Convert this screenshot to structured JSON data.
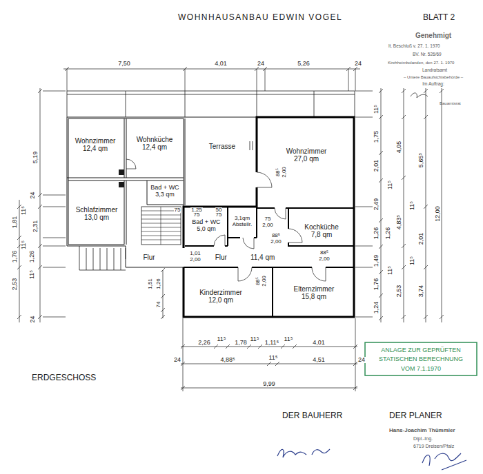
{
  "diagram": {
    "title": "WOHNHAUSANBAU EDWIN VOGEL",
    "nodes": [
      {
        "text": [
          "Wohnzimmer",
          "12,4 qm"
        ]
      },
      {
        "text": [
          "Wohnküche",
          "12,4 qm"
        ]
      },
      {
        "text": [
          "Terrasse"
        ]
      },
      {
        "text": [
          "Wohnzimmer",
          "27,0 qm"
        ]
      },
      {
        "text": [
          "Schlafzimmer",
          "13,0 qm"
        ]
      },
      {
        "text": [
          "Bad + WC",
          "3,3 qm"
        ]
      },
      {
        "text": [
          "Bad + WC",
          "5,0 qm"
        ]
      },
      {
        "text": [
          "3,1qm",
          "Abstellr."
        ]
      },
      {
        "text": [
          "Kochküche",
          "7,8 qm"
        ]
      },
      {
        "text": [
          "Flur"
        ]
      },
      {
        "text": [
          "Flur",
          "11,4 qm"
        ]
      },
      {
        "text": [
          "Kinderzimmer",
          "12,0 qm"
        ]
      },
      {
        "text": [
          "Elternzimmer",
          "15,8 qm"
        ]
      }
    ],
    "labels": [
      "BLATT 2",
      "Genehmigt",
      "lt. Beschluß v. 27. 1. 1970",
      "BV. Nr. 526/69",
      "Kirchheimbolanden, den 27. 1. 1970",
      "Landratsamt",
      "– Untere Bauaufsichtsbehörde –",
      "Im Auftrag:",
      "Bauamtsrat",
      "7,50",
      "4,01",
      "24",
      "5,26",
      "24",
      "5,19",
      "24",
      "1,81",
      "11⁵",
      "2,31",
      "1,76",
      "11⁵",
      "1,26",
      "11⁵",
      "2,53",
      "24",
      "11⁵",
      "1,75",
      "2,01",
      "2,49",
      "1,26",
      "1,49",
      "1,76",
      "1,24",
      "4,05",
      "11⁵",
      "1,26",
      "4,83⁵",
      "11⁵",
      "2,53",
      "5,65⁵",
      "11⁵",
      "2,01",
      "11⁵",
      "3,74",
      "12,00",
      "2,26",
      "11⁵",
      "1,78",
      "11⁵",
      "1,11⁵",
      "11⁵",
      "4,01",
      "24",
      "4,88⁵",
      "11⁵",
      "4,51",
      "24",
      "9,99",
      "75",
      "1,25",
      "75",
      "50",
      "75",
      "88⁵",
      "2,00",
      "75",
      "2,00",
      "88⁵",
      "2,00",
      "88⁵",
      "2,00",
      "88⁵",
      "2,00",
      "1,01",
      "2,00",
      "1,51",
      "1,26",
      "74",
      "ERDGESCHOSS",
      "DER BAUHERR",
      "DER PLANER",
      "Hans-Joachim Thümmler",
      "Dipl.-Ing.",
      "6719 Dreisen/Pfalz",
      "ANLAGE ZUR GEPRÜFTEN",
      "STATISCHEN BERECHNUNG",
      "VOM 7.1.1970"
    ]
  }
}
